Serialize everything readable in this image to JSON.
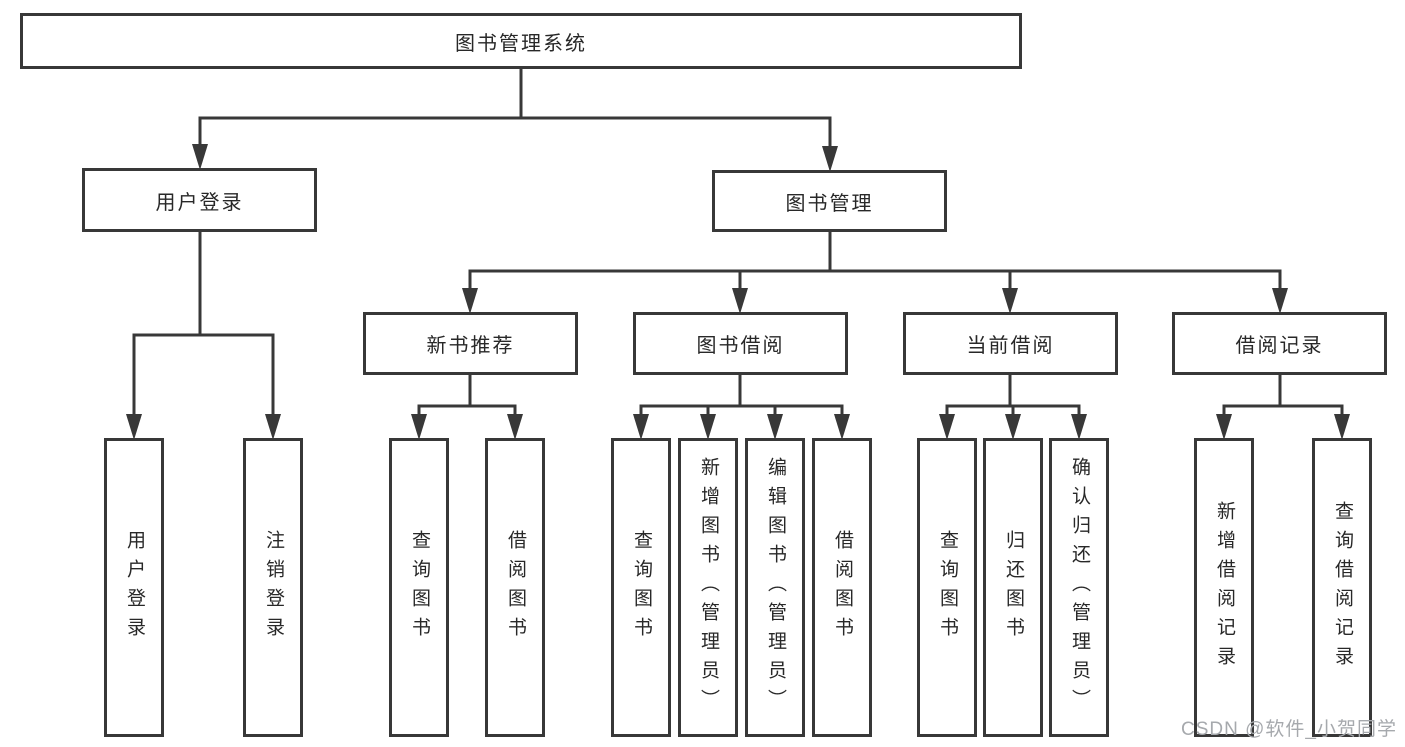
{
  "tree": {
    "root": {
      "label": "图书管理系统",
      "children": [
        {
          "label": "用户登录",
          "children": [
            {
              "label": "用户登录"
            },
            {
              "label": "注销登录"
            }
          ]
        },
        {
          "label": "图书管理",
          "children": [
            {
              "label": "新书推荐",
              "children": [
                {
                  "label": "查询图书"
                },
                {
                  "label": "借阅图书"
                }
              ]
            },
            {
              "label": "图书借阅",
              "children": [
                {
                  "label": "查询图书"
                },
                {
                  "label": "新增图书（管理员）"
                },
                {
                  "label": "编辑图书（管理员）"
                },
                {
                  "label": "借阅图书"
                }
              ]
            },
            {
              "label": "当前借阅",
              "children": [
                {
                  "label": "查询图书"
                },
                {
                  "label": "归还图书"
                },
                {
                  "label": "确认归还（管理员）"
                }
              ]
            },
            {
              "label": "借阅记录",
              "children": [
                {
                  "label": "新增借阅记录"
                },
                {
                  "label": "查询借阅记录"
                }
              ]
            }
          ]
        }
      ]
    }
  },
  "watermark": {
    "text": "CSDN @软件_小贺同学"
  },
  "colors": {
    "line": "#383838",
    "text": "#282828",
    "watermark": "#a6a9ad",
    "background": "#ffffff"
  }
}
